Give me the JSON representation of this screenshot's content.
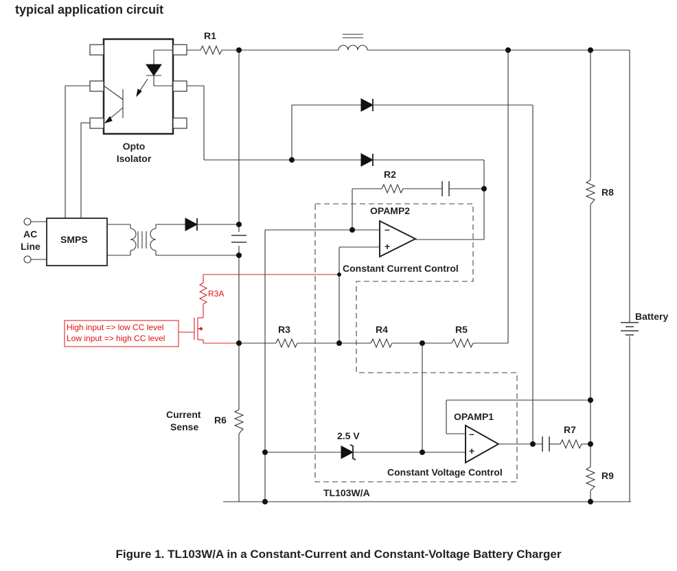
{
  "heading": "typical application circuit",
  "caption": "Figure 1. TL103W/A in a Constant-Current and Constant-Voltage Battery Charger",
  "labels": {
    "r1": "R1",
    "r2": "R2",
    "r3": "R3",
    "r4": "R4",
    "r5": "R5",
    "r6": "R6",
    "r7": "R7",
    "r8": "R8",
    "r9": "R9",
    "r3a": "R3A",
    "opamp1": "OPAMP1",
    "opamp2": "OPAMP2",
    "opto_line1": "Opto",
    "opto_line2": "Isolator",
    "ac_line1": "AC",
    "ac_line2": "Line",
    "smps": "SMPS",
    "current_sense1": "Current",
    "current_sense2": "Sense",
    "battery": "Battery",
    "ref_voltage": "2.5 V",
    "cc_control": "Constant Current Control",
    "cv_control": "Constant Voltage Control",
    "chip": "TL103W/A",
    "op_minus": "–",
    "op_plus": "+",
    "note1": "High input => low CC level",
    "note2": "Low input => high CC level"
  },
  "colors": {
    "wire": "#333333",
    "annotation": "#e01010"
  }
}
